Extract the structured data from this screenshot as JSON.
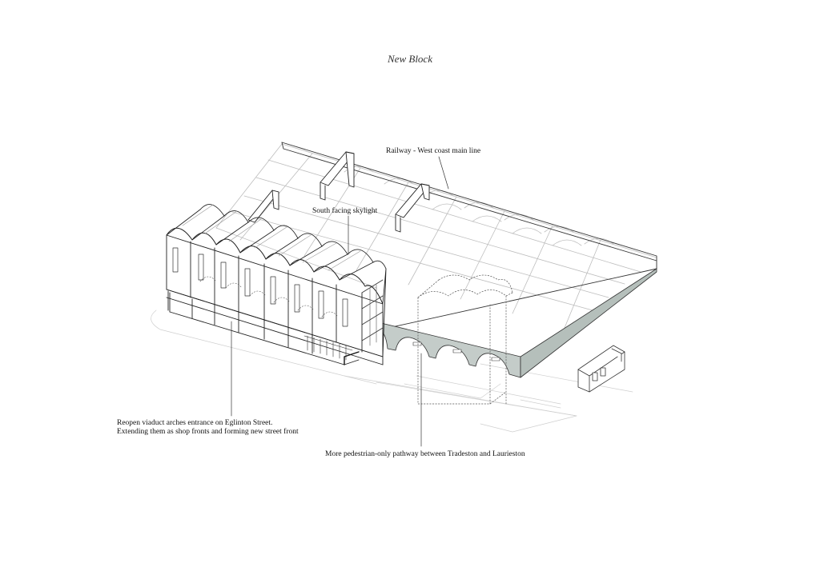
{
  "title": "New Block",
  "annotations": {
    "railway": "Railway - West coast main line",
    "skylight": "South facing skylight",
    "arches_line1": "Reopen viaduct arches entrance on Eglinton Street.",
    "arches_line2": "Extending them as shop fronts and forming new street front",
    "pathway": "More pedestrian-only pathway between Tradeston and Laurieston"
  },
  "colors": {
    "line": "#222222",
    "ghost": "#c8c8c8",
    "viaduct_face": "#c4ccc9",
    "paper": "#ffffff"
  }
}
